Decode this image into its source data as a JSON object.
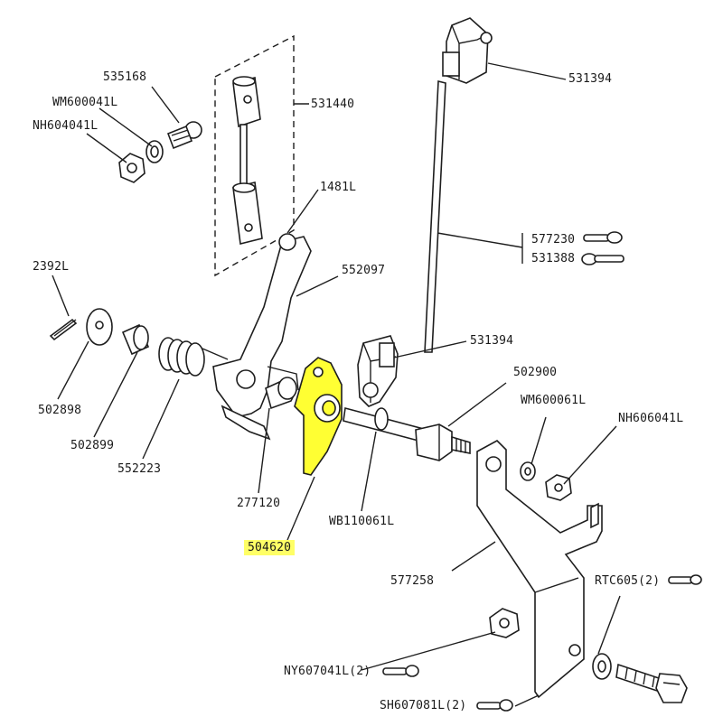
{
  "diagram": {
    "highlight_color": "#ffff33",
    "parts": [
      {
        "id": "p531394a",
        "label": "531394"
      },
      {
        "id": "p535168",
        "label": "535168"
      },
      {
        "id": "pWM600041L",
        "label": "WM600041L"
      },
      {
        "id": "pNH604041L",
        "label": "NH604041L"
      },
      {
        "id": "p531440",
        "label": "531440"
      },
      {
        "id": "p1481L",
        "label": "1481L"
      },
      {
        "id": "p577230",
        "label": "577230"
      },
      {
        "id": "p531388",
        "label": "531388"
      },
      {
        "id": "p2392L",
        "label": "2392L"
      },
      {
        "id": "p552097",
        "label": "552097"
      },
      {
        "id": "p531394b",
        "label": "531394"
      },
      {
        "id": "p502900",
        "label": "502900"
      },
      {
        "id": "pWM600061L",
        "label": "WM600061L"
      },
      {
        "id": "pNH606041L",
        "label": "NH606041L"
      },
      {
        "id": "p502898",
        "label": "502898"
      },
      {
        "id": "p502899",
        "label": "502899"
      },
      {
        "id": "p552223",
        "label": "552223"
      },
      {
        "id": "p277120",
        "label": "277120"
      },
      {
        "id": "pWB110061L",
        "label": "WB110061L"
      },
      {
        "id": "p504620",
        "label": "504620"
      },
      {
        "id": "p577258",
        "label": "577258"
      },
      {
        "id": "pRTC605",
        "label": "RTC605(2)"
      },
      {
        "id": "pNY607041L",
        "label": "NY607041L(2)"
      },
      {
        "id": "pSH607081L",
        "label": "SH607081L(2)"
      }
    ]
  }
}
